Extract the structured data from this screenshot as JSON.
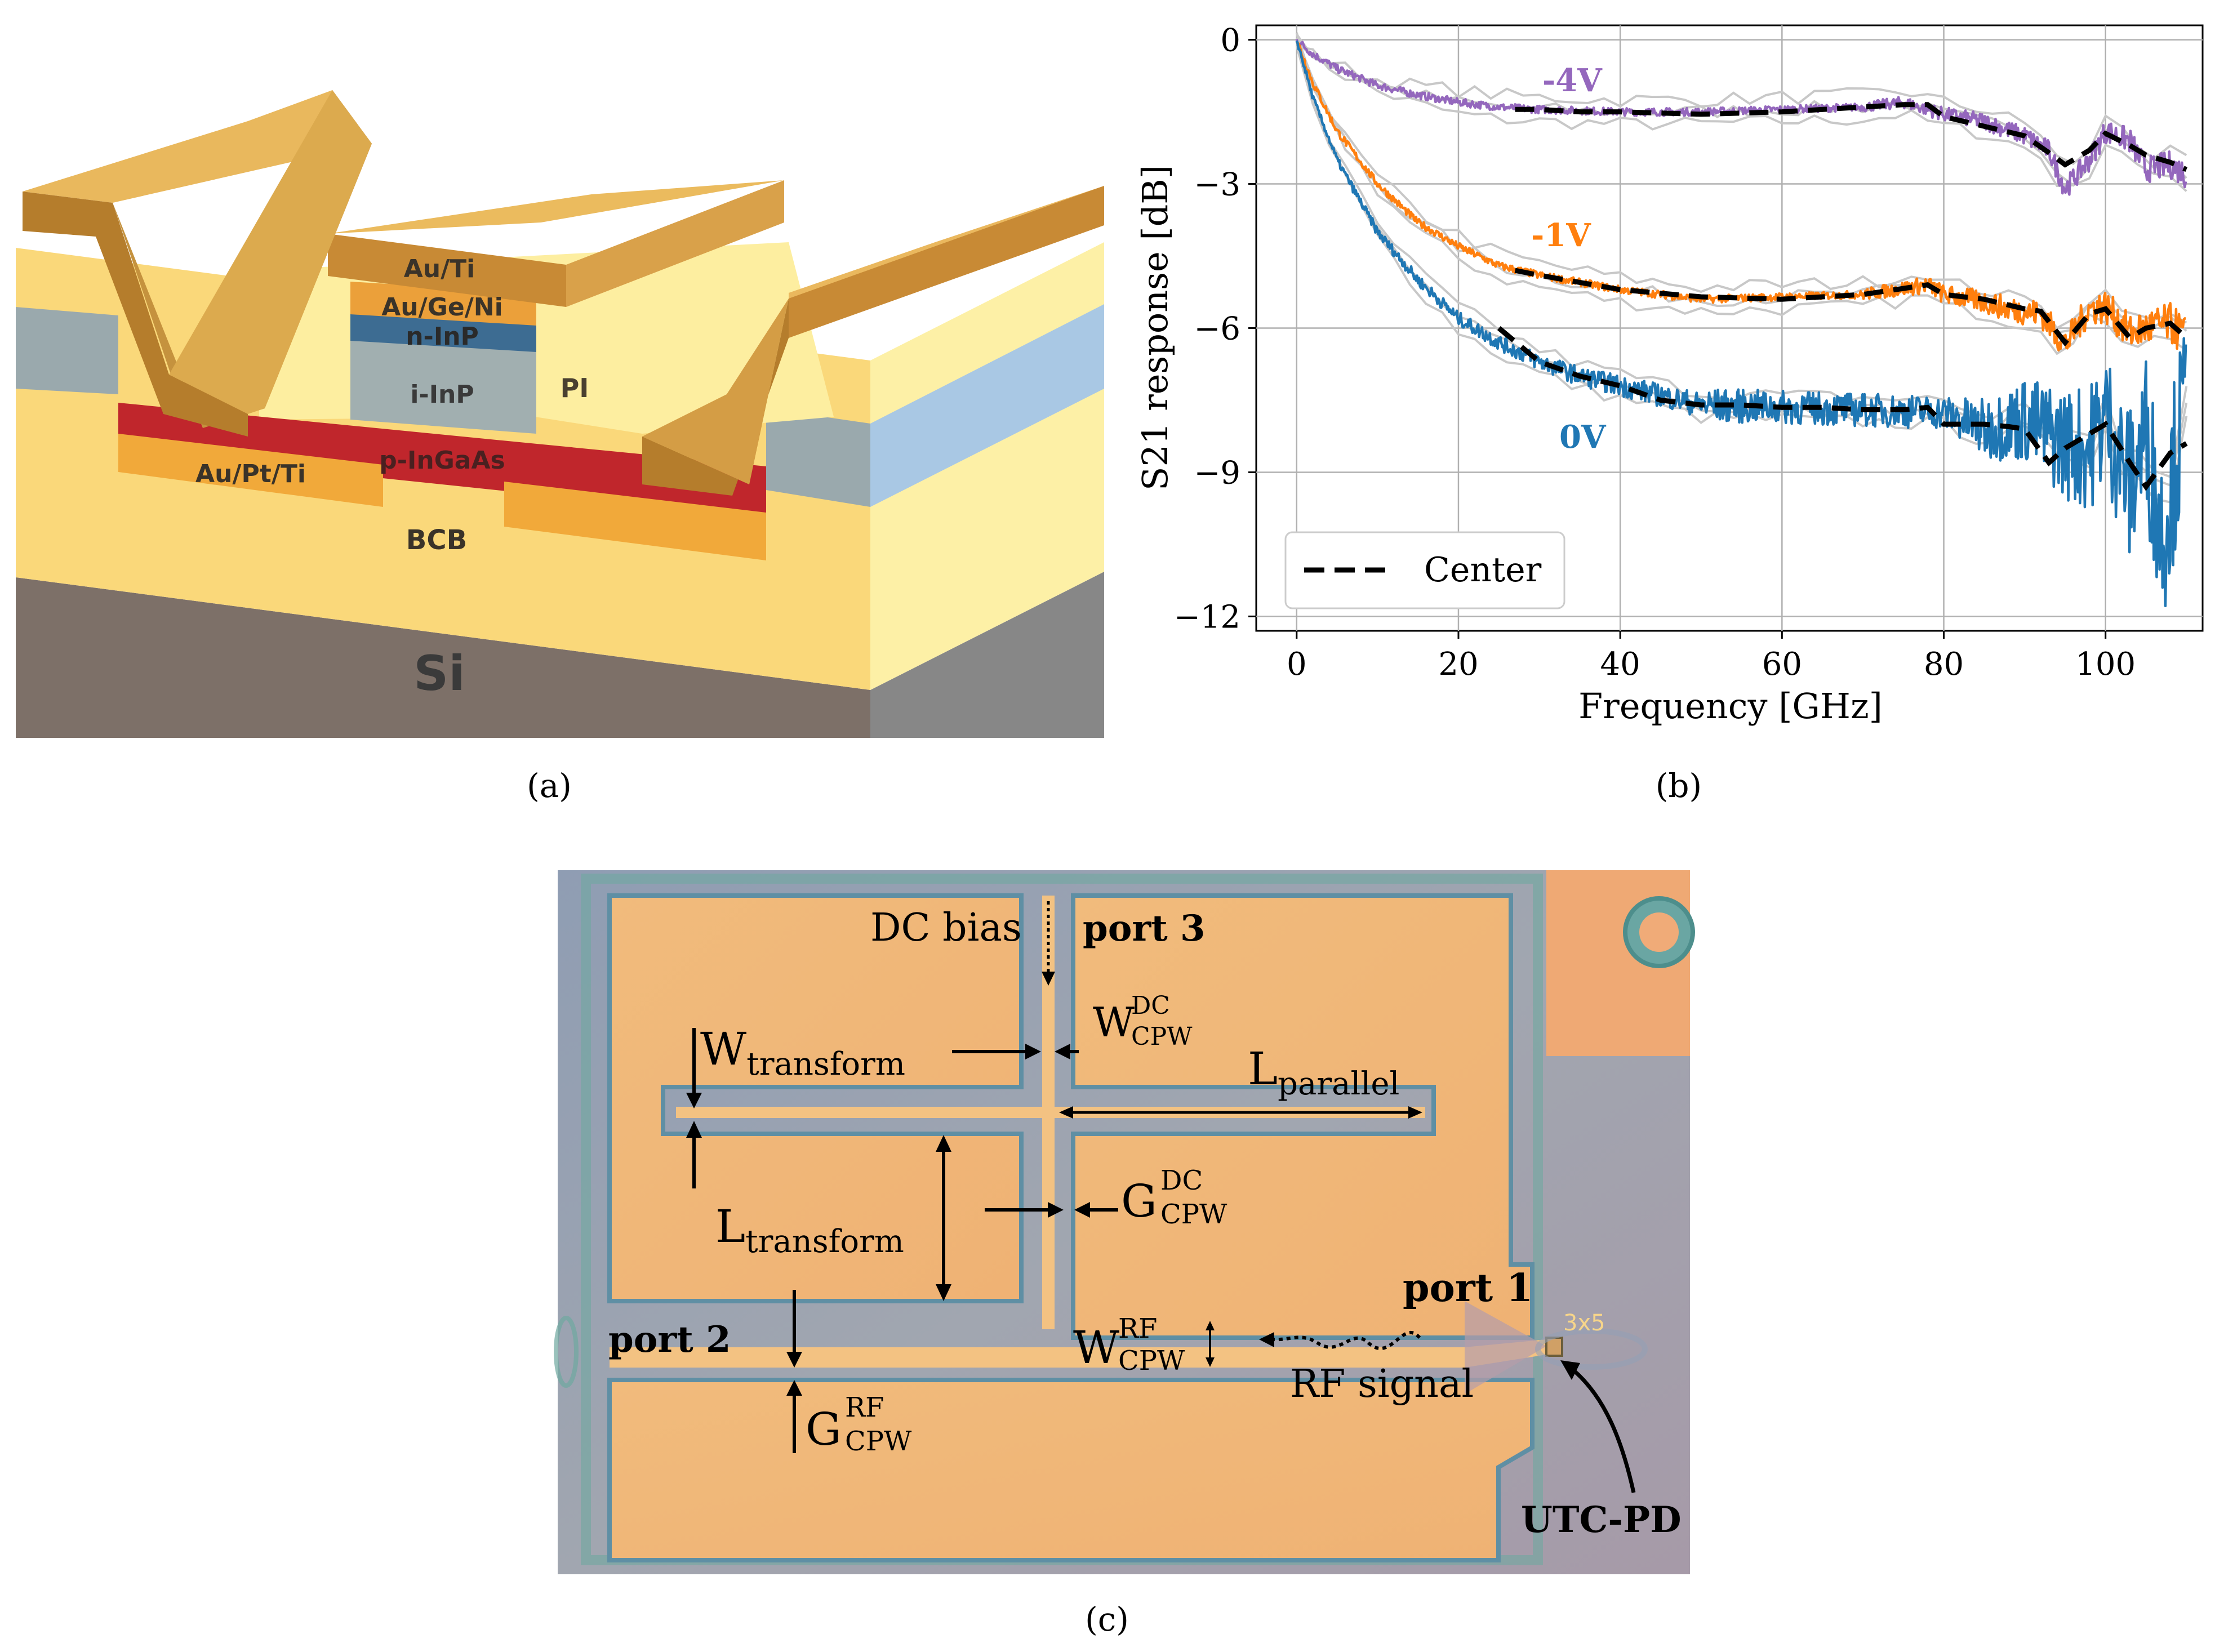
{
  "panel_a": {
    "caption": "(a)",
    "layers": {
      "au_ti": "Au/Ti",
      "au_ge_ni": "Au/Ge/Ni",
      "n_inp": "n-InP",
      "i_inp": "i-InP",
      "pi": "PI",
      "p_ingaas": "p-InGaAs",
      "au_pt_ti": "Au/Pt/Ti",
      "bcb": "BCB",
      "si": "Si"
    }
  },
  "panel_b": {
    "caption": "(b)",
    "series_labels": {
      "m4v": "-4V",
      "m1v": "-1V",
      "zero": "0V"
    },
    "legend_center": "Center"
  },
  "panel_c": {
    "caption": "(c)",
    "labels": {
      "dc_bias": "DC bias",
      "port3": "port 3",
      "port2": "port 2",
      "port1": "port 1",
      "rf_signal": "RF signal",
      "utc_pd": "UTC-PD",
      "pd_size": "3x5",
      "w_transform_main": "W",
      "w_transform_sub": "transform",
      "l_transform_main": "L",
      "l_transform_sub": "transform",
      "l_parallel_main": "L",
      "l_parallel_sub": "parallel",
      "w_dc_main": "W",
      "w_dc_sup": "DC",
      "w_dc_sub": "CPW",
      "g_dc_main": "G",
      "g_dc_sup": "DC",
      "g_dc_sub": "CPW",
      "w_rf_main": "W",
      "w_rf_sup": "RF",
      "w_rf_sub": "CPW",
      "g_rf_main": "G",
      "g_rf_sup": "RF",
      "g_rf_sub": "CPW"
    }
  },
  "chart_data": {
    "type": "line",
    "xlabel": "Frequency [GHz]",
    "ylabel": "S21 response [dB]",
    "xlim": [
      -5,
      112
    ],
    "ylim": [
      -12.3,
      0.3
    ],
    "xticks": [
      0,
      20,
      40,
      60,
      80,
      100
    ],
    "yticks": [
      0,
      -3,
      -6,
      -9,
      -12
    ],
    "xtick_labels": [
      "0",
      "20",
      "40",
      "60",
      "80",
      "100"
    ],
    "ytick_labels": [
      "0",
      "−3",
      "−6",
      "−9",
      "−12"
    ],
    "grid": true,
    "legend": {
      "position": "lower-left",
      "entries": [
        "Center"
      ]
    },
    "colors": {
      "m4v": "#9467bd",
      "m1v": "#ff7f0e",
      "zero": "#1f77b4",
      "center": "#000000",
      "envelope": "#c8c8c8"
    },
    "series": [
      {
        "name": "-4V",
        "color": "#9467bd",
        "x": [
          0,
          2,
          5,
          10,
          15,
          20,
          25,
          30,
          40,
          50,
          60,
          70,
          75,
          80,
          85,
          90,
          93,
          95,
          98,
          100,
          103,
          105,
          108,
          110
        ],
        "y": [
          0,
          -0.3,
          -0.6,
          -0.95,
          -1.15,
          -1.3,
          -1.4,
          -1.45,
          -1.5,
          -1.5,
          -1.45,
          -1.4,
          -1.3,
          -1.55,
          -1.7,
          -2.0,
          -2.3,
          -3.1,
          -2.5,
          -1.9,
          -2.1,
          -2.7,
          -2.6,
          -2.8
        ]
      },
      {
        "name": "-1V",
        "color": "#ff7f0e",
        "x": [
          0,
          2,
          5,
          10,
          15,
          20,
          25,
          30,
          35,
          40,
          50,
          60,
          70,
          78,
          80,
          85,
          88,
          92,
          95,
          98,
          100,
          103,
          105,
          108,
          110
        ],
        "y": [
          0,
          -0.9,
          -1.9,
          -3.0,
          -3.8,
          -4.3,
          -4.7,
          -4.9,
          -5.05,
          -5.2,
          -5.4,
          -5.35,
          -5.3,
          -5.1,
          -5.3,
          -5.45,
          -5.6,
          -5.7,
          -6.35,
          -5.6,
          -5.55,
          -6.1,
          -6.0,
          -5.9,
          -6.2
        ]
      },
      {
        "name": "0V",
        "color": "#1f77b4",
        "x": [
          0,
          2,
          5,
          10,
          15,
          20,
          25,
          30,
          35,
          40,
          45,
          50,
          60,
          70,
          80,
          85,
          90,
          95,
          98,
          100,
          103,
          105,
          107,
          110
        ],
        "y": [
          0,
          -1.2,
          -2.5,
          -4.0,
          -5.0,
          -5.8,
          -6.3,
          -6.7,
          -7.0,
          -7.2,
          -7.4,
          -7.6,
          -7.65,
          -7.7,
          -7.75,
          -8.1,
          -7.9,
          -8.4,
          -8.5,
          -7.8,
          -9.3,
          -8.2,
          -10.3,
          -7.5
        ]
      },
      {
        "name": "Center",
        "color": "#000000",
        "x": [
          25,
          30,
          35,
          40,
          45,
          50,
          55,
          60,
          65,
          70,
          75,
          78,
          80,
          85,
          88,
          90,
          93,
          95,
          98,
          100,
          103,
          105,
          108,
          110
        ],
        "y": [
          -6.0,
          -6.7,
          -7.0,
          -7.2,
          -7.5,
          -7.6,
          -7.6,
          -7.65,
          -7.65,
          -7.7,
          -7.7,
          -7.65,
          -8.0,
          -8.0,
          -8.05,
          -8.1,
          -8.8,
          -8.5,
          -8.2,
          -8.0,
          -8.8,
          -9.3,
          -8.6,
          -8.4
        ]
      },
      {
        "name": "Center",
        "color": "#000000",
        "x": [
          27,
          30,
          35,
          40,
          50,
          60,
          70,
          78,
          80,
          85,
          90,
          92,
          95,
          98,
          100,
          103,
          105,
          108,
          110
        ],
        "y": [
          -4.8,
          -4.9,
          -5.05,
          -5.2,
          -5.35,
          -5.4,
          -5.3,
          -5.1,
          -5.3,
          -5.4,
          -5.6,
          -5.65,
          -6.3,
          -5.7,
          -5.6,
          -6.2,
          -6.0,
          -5.9,
          -6.2
        ]
      },
      {
        "name": "Center",
        "color": "#000000",
        "x": [
          27,
          30,
          35,
          40,
          50,
          60,
          70,
          75,
          78,
          80,
          85,
          90,
          93,
          95,
          98,
          100,
          103,
          105,
          108,
          110
        ],
        "y": [
          -1.45,
          -1.45,
          -1.5,
          -1.5,
          -1.55,
          -1.5,
          -1.4,
          -1.35,
          -1.35,
          -1.6,
          -1.8,
          -2.0,
          -2.35,
          -2.6,
          -2.3,
          -1.95,
          -2.2,
          -2.4,
          -2.55,
          -2.7
        ]
      }
    ]
  }
}
